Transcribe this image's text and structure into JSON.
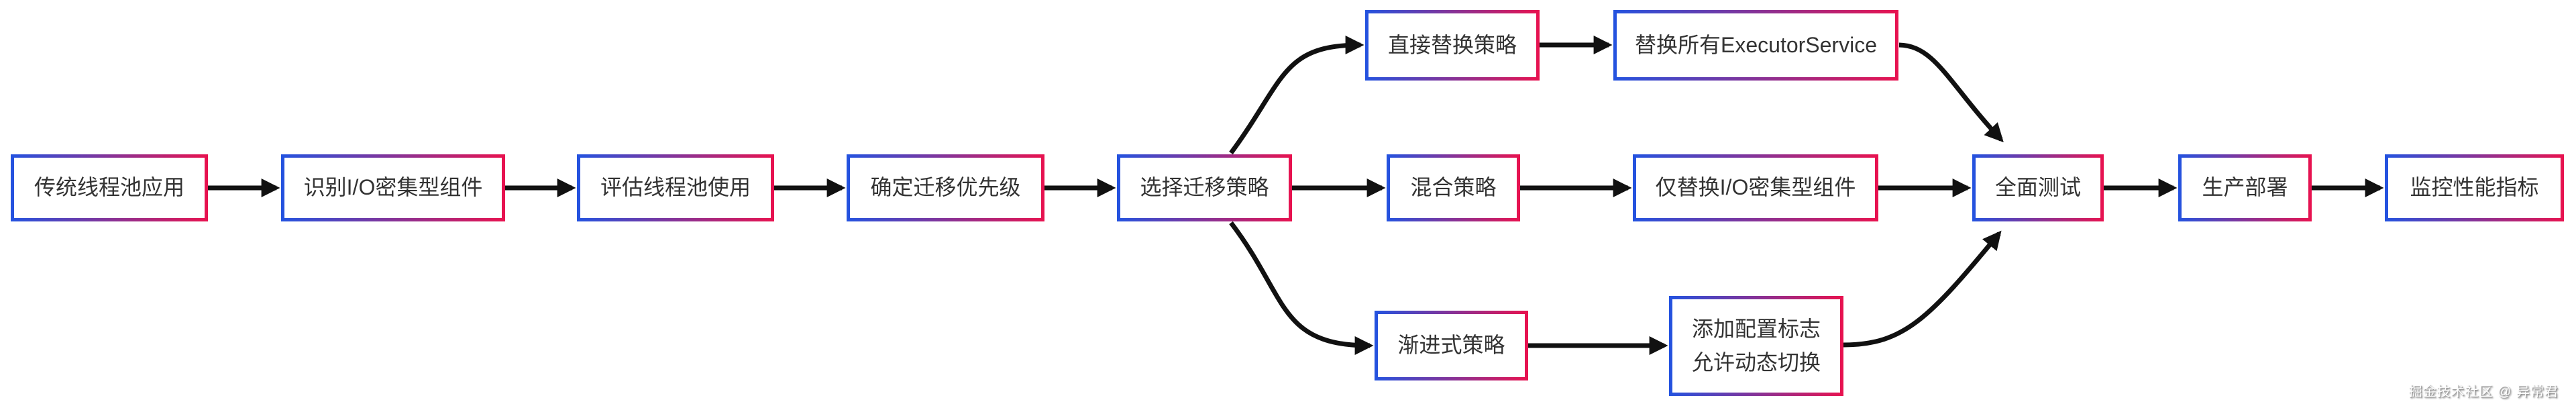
{
  "diagram": {
    "type": "flowchart",
    "direction": "left-to-right",
    "nodes": [
      {
        "id": "A",
        "label": "传统线程池应用"
      },
      {
        "id": "B",
        "label": "识别I/O密集型组件"
      },
      {
        "id": "C",
        "label": "评估线程池使用"
      },
      {
        "id": "D",
        "label": "确定迁移优先级"
      },
      {
        "id": "E",
        "label": "选择迁移策略"
      },
      {
        "id": "F",
        "label": "直接替换策略"
      },
      {
        "id": "G",
        "label": "替换所有ExecutorService"
      },
      {
        "id": "H",
        "label": "混合策略"
      },
      {
        "id": "I",
        "label": "仅替换I/O密集型组件"
      },
      {
        "id": "J",
        "label": "渐进式策略"
      },
      {
        "id": "K",
        "label": "添加配置标志\n允许动态切换"
      },
      {
        "id": "L",
        "label": "全面测试"
      },
      {
        "id": "M",
        "label": "生产部署"
      },
      {
        "id": "N",
        "label": "监控性能指标"
      }
    ],
    "edges": [
      {
        "from": "传统线程池应用",
        "to": "识别I/O密集型组件"
      },
      {
        "from": "识别I/O密集型组件",
        "to": "评估线程池使用"
      },
      {
        "from": "评估线程池使用",
        "to": "确定迁移优先级"
      },
      {
        "from": "确定迁移优先级",
        "to": "选择迁移策略"
      },
      {
        "from": "选择迁移策略",
        "to": "直接替换策略"
      },
      {
        "from": "选择迁移策略",
        "to": "混合策略"
      },
      {
        "from": "选择迁移策略",
        "to": "渐进式策略"
      },
      {
        "from": "直接替换策略",
        "to": "替换所有ExecutorService"
      },
      {
        "from": "混合策略",
        "to": "仅替换I/O密集型组件"
      },
      {
        "from": "渐进式策略",
        "to": "添加配置标志 允许动态切换"
      },
      {
        "from": "替换所有ExecutorService",
        "to": "全面测试"
      },
      {
        "from": "仅替换I/O密集型组件",
        "to": "全面测试"
      },
      {
        "from": "添加配置标志 允许动态切换",
        "to": "全面测试"
      },
      {
        "from": "全面测试",
        "to": "生产部署"
      },
      {
        "from": "生产部署",
        "to": "监控性能指标"
      }
    ]
  },
  "watermark": {
    "text": "掘金技术社区 @ 异常君"
  },
  "colors": {
    "node_border_gradient_start": "#2353e0",
    "node_border_gradient_end": "#e8124f",
    "arrow_color": "#111111",
    "node_text_color": "#333333",
    "background_color": "#ffffff",
    "watermark_text_color": "#fdfdfd"
  }
}
